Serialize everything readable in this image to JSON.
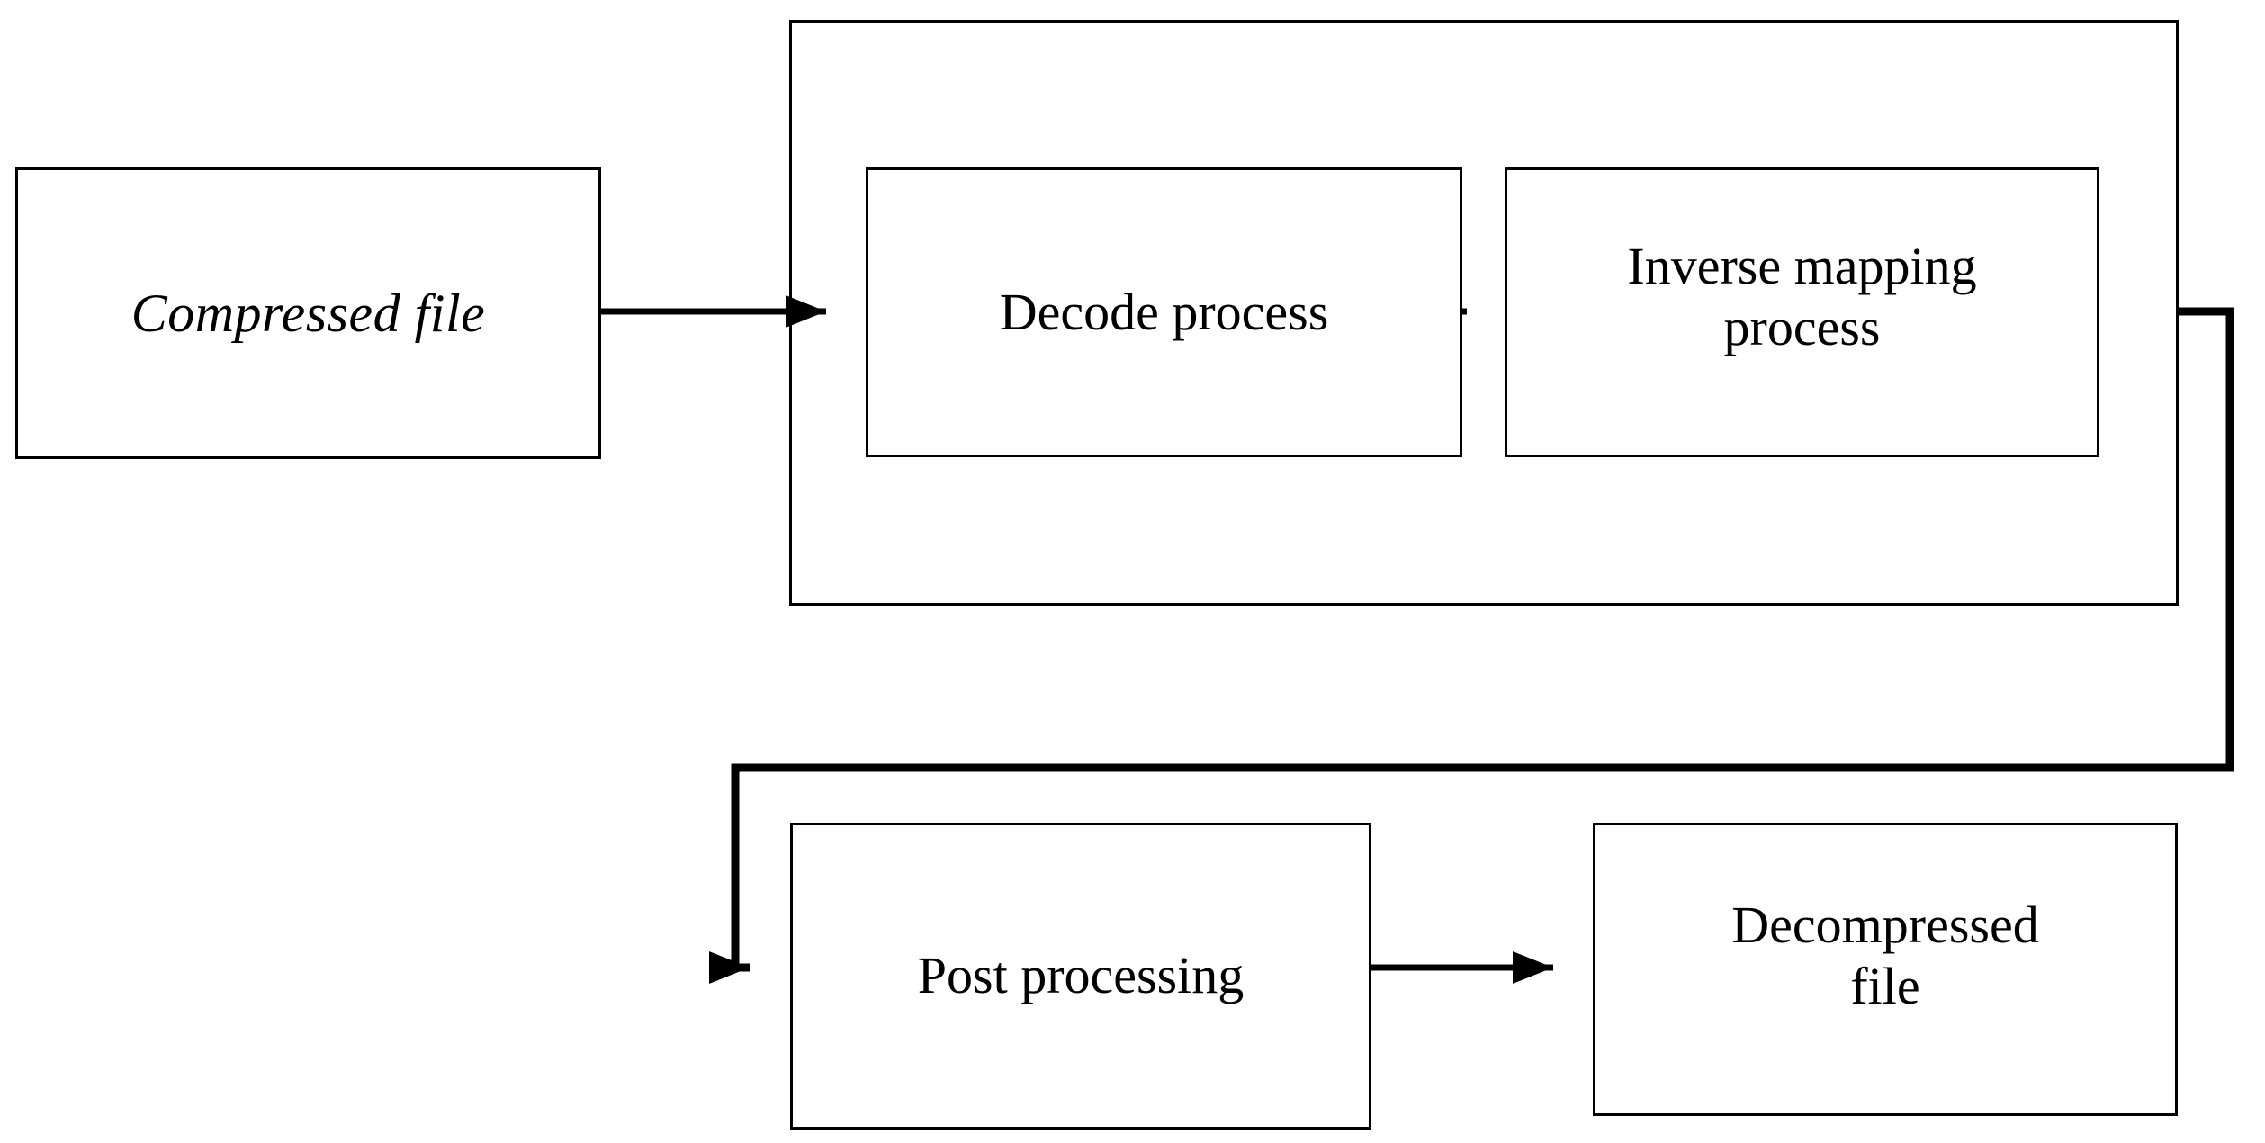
{
  "diagram": {
    "type": "flowchart",
    "orientation": "left-to-right with wrap",
    "background_color": "#ffffff",
    "line_color": "#000000",
    "nodes": [
      {
        "id": "compressed-file",
        "label": "Compressed file",
        "style": "italic",
        "shape": "rectangle",
        "row": 1
      },
      {
        "id": "decode-process",
        "label": "Decode process",
        "style": "normal",
        "shape": "rectangle",
        "row": 1
      },
      {
        "id": "inverse-mapping",
        "label": "Inverse mapping\nprocess",
        "style": "normal",
        "shape": "rectangle",
        "row": 1
      },
      {
        "id": "post-processing",
        "label": "Post processing",
        "style": "normal",
        "shape": "rectangle",
        "row": 2
      },
      {
        "id": "decompressed-file",
        "label": "Decompressed\nfile",
        "style": "normal",
        "shape": "rectangle",
        "row": 2
      }
    ],
    "groups": [
      {
        "id": "decoder-group",
        "label": "",
        "contains": [
          "decode-process",
          "inverse-mapping"
        ],
        "shape": "rectangle"
      }
    ],
    "edges": [
      {
        "id": "edge-1",
        "from": "compressed-file",
        "to": "decode-process",
        "routing": "straight",
        "arrowhead": "filled-triangle"
      },
      {
        "id": "edge-2",
        "from": "decode-process",
        "to": "inverse-mapping",
        "routing": "straight",
        "arrowhead": "filled-triangle"
      },
      {
        "id": "edge-3",
        "from": "inverse-mapping",
        "to": "post-processing",
        "routing": "orthogonal-wrap",
        "arrowhead": "filled-triangle"
      },
      {
        "id": "edge-4",
        "from": "post-processing",
        "to": "decompressed-file",
        "routing": "straight",
        "arrowhead": "filled-triangle"
      }
    ]
  }
}
